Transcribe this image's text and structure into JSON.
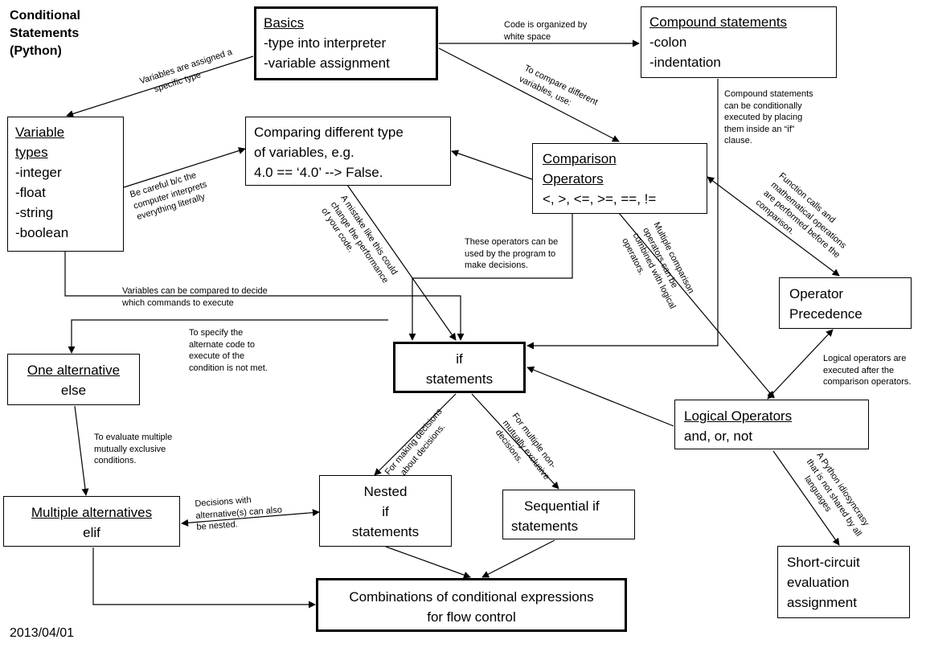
{
  "title": [
    "Conditional",
    "Statements",
    "(Python)"
  ],
  "date": "2013/04/01",
  "nodes": {
    "basics": {
      "heading": "Basics",
      "lines": [
        "-type into interpreter",
        "-variable assignment"
      ]
    },
    "compound": {
      "heading": "Compound statements",
      "lines": [
        "-colon",
        "-indentation"
      ]
    },
    "variable_types": {
      "heading": [
        "Variable",
        "types"
      ],
      "lines": [
        "-integer",
        "-float",
        "-string",
        "-boolean"
      ]
    },
    "comparing": {
      "lines": [
        "Comparing different  type",
        "of variables, e.g.",
        "4.0 == ‘4.0’ --> False."
      ]
    },
    "comparison_ops": {
      "heading": [
        "Comparison",
        "Operators"
      ],
      "lines": [
        "<, >, <=, >=, ==, !="
      ]
    },
    "precedence": {
      "lines": [
        "Operator",
        "Precedence"
      ]
    },
    "if_statements": {
      "lines": [
        "if",
        "statements"
      ]
    },
    "one_alt": {
      "heading": "One alternative",
      "lines": [
        "else"
      ]
    },
    "logical_ops": {
      "heading": "Logical Operators",
      "lines": [
        "and, or, not"
      ]
    },
    "multiple_alt": {
      "heading": "Multiple alternatives",
      "lines": [
        "elif"
      ]
    },
    "nested": {
      "lines": [
        "Nested",
        "if",
        "statements"
      ]
    },
    "sequential": {
      "lines": [
        "Sequential if",
        "statements"
      ]
    },
    "short_circuit": {
      "lines": [
        "Short-circuit",
        "evaluation",
        "assignment"
      ]
    },
    "combinations": {
      "lines": [
        "Combinations of conditional expressions",
        "for flow control"
      ]
    }
  },
  "notes": {
    "whitespace": [
      "Code is organized by",
      "white space"
    ],
    "assigned_type": [
      "Variables are assigned a",
      "specific type"
    ],
    "compare_use": [
      "To compare different",
      "variables, use:"
    ],
    "compound_if": [
      "Compound statements",
      "can be conditionally",
      "executed by  placing",
      "them inside an “if”",
      "clause."
    ],
    "careful": [
      "Be careful b/c the",
      "computer interprets",
      "everything literally"
    ],
    "mistake": [
      "A mistake like this could",
      "change the performance",
      "of your code."
    ],
    "ops_decisions": [
      "These operators can be",
      "used by the program to",
      "make decisions."
    ],
    "multi_comparison": [
      "Multiple comparison",
      "operators can be",
      "combined with logical",
      "operators."
    ],
    "function_calls": [
      "Function calls and",
      "mathematical operations",
      "are performed before the",
      "comparison."
    ],
    "vars_compared": [
      "Variables can be compared to decide",
      "which commands to execute"
    ],
    "alternate_code": [
      "To specify the",
      "alternate code to",
      "execute of the",
      "condition is not met."
    ],
    "logical_after": [
      "Logical operators are",
      "executed after the",
      "comparison operators."
    ],
    "mutually_exclusive": [
      "To evaluate multiple",
      "mutually exclusive",
      "conditions."
    ],
    "decisions_about": [
      "For making decisions",
      "about decisions."
    ],
    "non_exclusive": [
      "For multiple  non-",
      "mutually exclusive",
      "decisions."
    ],
    "nested_alt": [
      "Decisions with",
      "alternative(s) can also",
      "be nested."
    ],
    "idiosyncrasy": [
      "A Python idiosyncrasy",
      "that is not shared by all",
      "languages"
    ]
  }
}
